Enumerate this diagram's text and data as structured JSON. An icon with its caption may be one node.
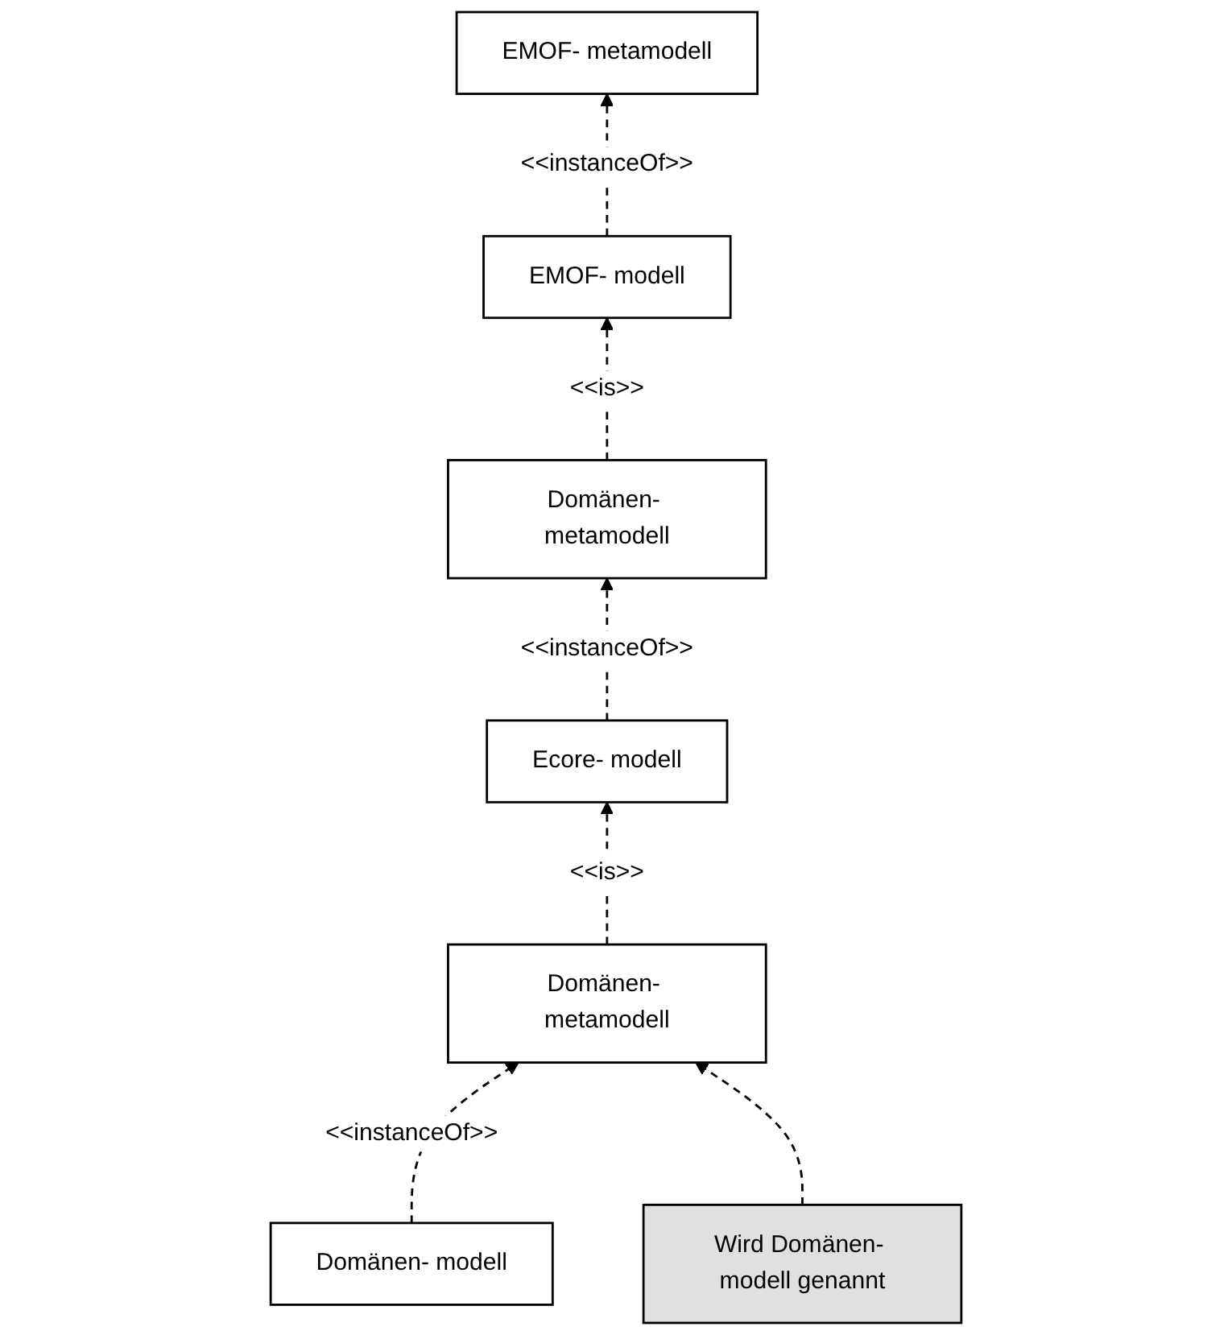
{
  "diagram": {
    "nodes": [
      {
        "text": [
          "EMOF- metamodell"
        ]
      },
      {
        "text": [
          "Domänen- metamodell"
        ]
      },
      {
        "text": [
          "EMOF- modell"
        ]
      },
      {
        "text": [
          "Domänen- metamodell"
        ]
      },
      {
        "text": [
          "Ecore- modell"
        ]
      },
      {
        "text": [
          "Wird Domänen- modell genannt"
        ]
      },
      {
        "text": [
          "Domänen- modell"
        ]
      }
    ],
    "edges": [
      {
        "from": 2,
        "to": 0,
        "arrow": "to",
        "label": "<<instanceOf>>",
        "style": "dashed"
      },
      {
        "from": 1,
        "to": 2,
        "arrow": "to",
        "label": "<<is>>",
        "style": "dashed"
      },
      {
        "from": 4,
        "to": 1,
        "arrow": "to",
        "label": "<<instanceOf>>",
        "style": "dashed"
      },
      {
        "from": 3,
        "to": 4,
        "arrow": "to",
        "label": "<<is>>",
        "style": "dashed"
      },
      {
        "from": 6,
        "to": 3,
        "arrow": "to",
        "label": "<<instanceOf>>",
        "style": "dashed"
      },
      {
        "from": 5,
        "to": 3,
        "arrow": "to",
        "style": "dashed"
      }
    ]
  }
}
